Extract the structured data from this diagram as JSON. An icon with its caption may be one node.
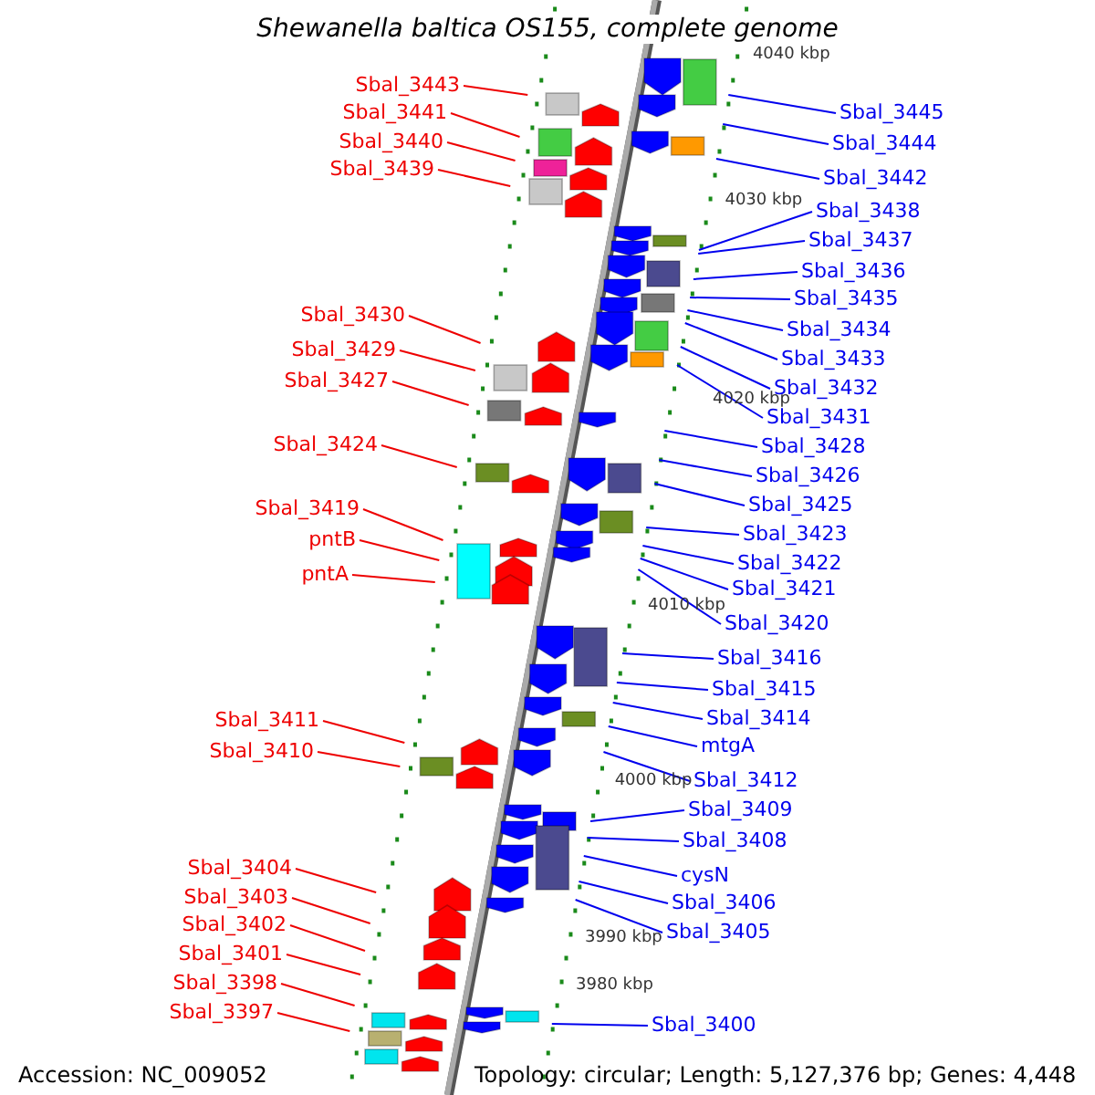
{
  "diagram": {
    "title": "Shewanella baltica OS155, complete genome",
    "nodes": [
      {
        "text": [
          "Sbal_3443"
        ]
      },
      {
        "text": [
          "Sbal_3441"
        ]
      },
      {
        "text": [
          "Sbal_3440"
        ]
      },
      {
        "text": [
          "Sbal_3439"
        ]
      },
      {
        "text": [
          "Sbal_3430"
        ]
      },
      {
        "text": [
          "Sbal_3429"
        ]
      },
      {
        "text": [
          "Sbal_3427"
        ]
      },
      {
        "text": [
          "Sbal_3424"
        ]
      },
      {
        "text": [
          "Sbal_3419"
        ]
      },
      {
        "text": [
          "pntB"
        ]
      },
      {
        "text": [
          "pntA"
        ]
      },
      {
        "text": [
          "Sbal_3411"
        ]
      },
      {
        "text": [
          "Sbal_3410"
        ]
      },
      {
        "text": [
          "Sbal_3404"
        ]
      },
      {
        "text": [
          "Sbal_3403"
        ]
      },
      {
        "text": [
          "Sbal_3402"
        ]
      },
      {
        "text": [
          "Sbal_3401"
        ]
      },
      {
        "text": [
          "Sbal_3398"
        ]
      },
      {
        "text": [
          "Sbal_3397"
        ]
      },
      {
        "text": [
          "Sbal_3445"
        ]
      },
      {
        "text": [
          "Sbal_3444"
        ]
      },
      {
        "text": [
          "Sbal_3442"
        ]
      },
      {
        "text": [
          "Sbal_3438"
        ]
      },
      {
        "text": [
          "Sbal_3437"
        ]
      },
      {
        "text": [
          "Sbal_3436"
        ]
      },
      {
        "text": [
          "Sbal_3435"
        ]
      },
      {
        "text": [
          "Sbal_3434"
        ]
      },
      {
        "text": [
          "Sbal_3433"
        ]
      },
      {
        "text": [
          "Sbal_3432"
        ]
      },
      {
        "text": [
          "Sbal_3431"
        ]
      },
      {
        "text": [
          "Sbal_3428"
        ]
      },
      {
        "text": [
          "Sbal_3426"
        ]
      },
      {
        "text": [
          "Sbal_3425"
        ]
      },
      {
        "text": [
          "Sbal_3423"
        ]
      },
      {
        "text": [
          "Sbal_3422"
        ]
      },
      {
        "text": [
          "Sbal_3421"
        ]
      },
      {
        "text": [
          "Sbal_3420"
        ]
      },
      {
        "text": [
          "Sbal_3416"
        ]
      },
      {
        "text": [
          "Sbal_3415"
        ]
      },
      {
        "text": [
          "Sbal_3414"
        ]
      },
      {
        "text": [
          "mtgA"
        ]
      },
      {
        "text": [
          "Sbal_3412"
        ]
      },
      {
        "text": [
          "Sbal_3409"
        ]
      },
      {
        "text": [
          "Sbal_3408"
        ]
      },
      {
        "text": [
          "cysN"
        ]
      },
      {
        "text": [
          "Sbal_3406"
        ]
      },
      {
        "text": [
          "Sbal_3405"
        ]
      },
      {
        "text": [
          "Sbal_3400"
        ]
      }
    ],
    "edges": [
      {
        "from": 0,
        "to": null,
        "arrow": "none",
        "color": "#ee0000"
      },
      {
        "from": 1,
        "to": null,
        "arrow": "none",
        "color": "#ee0000"
      },
      {
        "from": 2,
        "to": null,
        "arrow": "none",
        "color": "#ee0000"
      },
      {
        "from": 3,
        "to": null,
        "arrow": "none",
        "color": "#ee0000"
      },
      {
        "from": 4,
        "to": null,
        "arrow": "none",
        "color": "#ee0000"
      },
      {
        "from": 5,
        "to": null,
        "arrow": "none",
        "color": "#ee0000"
      },
      {
        "from": 6,
        "to": null,
        "arrow": "none",
        "color": "#ee0000"
      },
      {
        "from": 7,
        "to": null,
        "arrow": "none",
        "color": "#ee0000"
      },
      {
        "from": 8,
        "to": null,
        "arrow": "none",
        "color": "#ee0000"
      },
      {
        "from": 9,
        "to": null,
        "arrow": "none",
        "color": "#ee0000"
      },
      {
        "from": 10,
        "to": null,
        "arrow": "none",
        "color": "#ee0000"
      },
      {
        "from": 11,
        "to": null,
        "arrow": "none",
        "color": "#ee0000"
      },
      {
        "from": 12,
        "to": null,
        "arrow": "none",
        "color": "#ee0000"
      },
      {
        "from": 13,
        "to": null,
        "arrow": "none",
        "color": "#ee0000"
      },
      {
        "from": 14,
        "to": null,
        "arrow": "none",
        "color": "#ee0000"
      },
      {
        "from": 15,
        "to": null,
        "arrow": "none",
        "color": "#ee0000"
      },
      {
        "from": 16,
        "to": null,
        "arrow": "none",
        "color": "#ee0000"
      },
      {
        "from": 17,
        "to": null,
        "arrow": "none",
        "color": "#ee0000"
      },
      {
        "from": 18,
        "to": null,
        "arrow": "none",
        "color": "#ee0000"
      },
      {
        "from": 19,
        "to": null,
        "arrow": "none"
      },
      {
        "from": 20,
        "to": null,
        "arrow": "none"
      },
      {
        "from": 21,
        "to": null,
        "arrow": "none"
      },
      {
        "from": 22,
        "to": null,
        "arrow": "none"
      },
      {
        "from": 23,
        "to": null,
        "arrow": "none"
      },
      {
        "from": 24,
        "to": null,
        "arrow": "none"
      },
      {
        "from": 25,
        "to": null,
        "arrow": "none"
      },
      {
        "from": 26,
        "to": null,
        "arrow": "none"
      },
      {
        "from": 27,
        "to": null,
        "arrow": "none"
      },
      {
        "from": 28,
        "to": null,
        "arrow": "none"
      },
      {
        "from": 29,
        "to": null,
        "arrow": "none"
      },
      {
        "from": 30,
        "to": null,
        "arrow": "none"
      },
      {
        "from": 31,
        "to": null,
        "arrow": "none"
      },
      {
        "from": 32,
        "to": null,
        "arrow": "none"
      },
      {
        "from": 33,
        "to": null,
        "arrow": "none"
      },
      {
        "from": 34,
        "to": null,
        "arrow": "none"
      },
      {
        "from": 35,
        "to": null,
        "arrow": "none"
      },
      {
        "from": 36,
        "to": null,
        "arrow": "none"
      },
      {
        "from": 37,
        "to": null,
        "arrow": "none"
      },
      {
        "from": 38,
        "to": null,
        "arrow": "none"
      },
      {
        "from": 39,
        "to": null,
        "arrow": "none"
      },
      {
        "from": 40,
        "to": null,
        "arrow": "none"
      },
      {
        "from": 41,
        "to": null,
        "arrow": "none"
      },
      {
        "from": 42,
        "to": null,
        "arrow": "none"
      },
      {
        "from": 43,
        "to": null,
        "arrow": "none"
      },
      {
        "from": 44,
        "to": null,
        "arrow": "none"
      },
      {
        "from": 45,
        "to": null,
        "arrow": "none"
      },
      {
        "from": 46,
        "to": null,
        "arrow": "none"
      },
      {
        "from": 47,
        "to": null,
        "arrow": "none"
      }
    ],
    "labels": [
      "4040 kbp",
      "4030 kbp",
      "4020 kbp",
      "4010 kbp",
      "4000 kbp",
      "3990 kbp",
      "3980 kbp",
      "Accession: NC_009052",
      "Topology: circular; Length: 5,127,376 bp; Genes: 4,448"
    ]
  }
}
